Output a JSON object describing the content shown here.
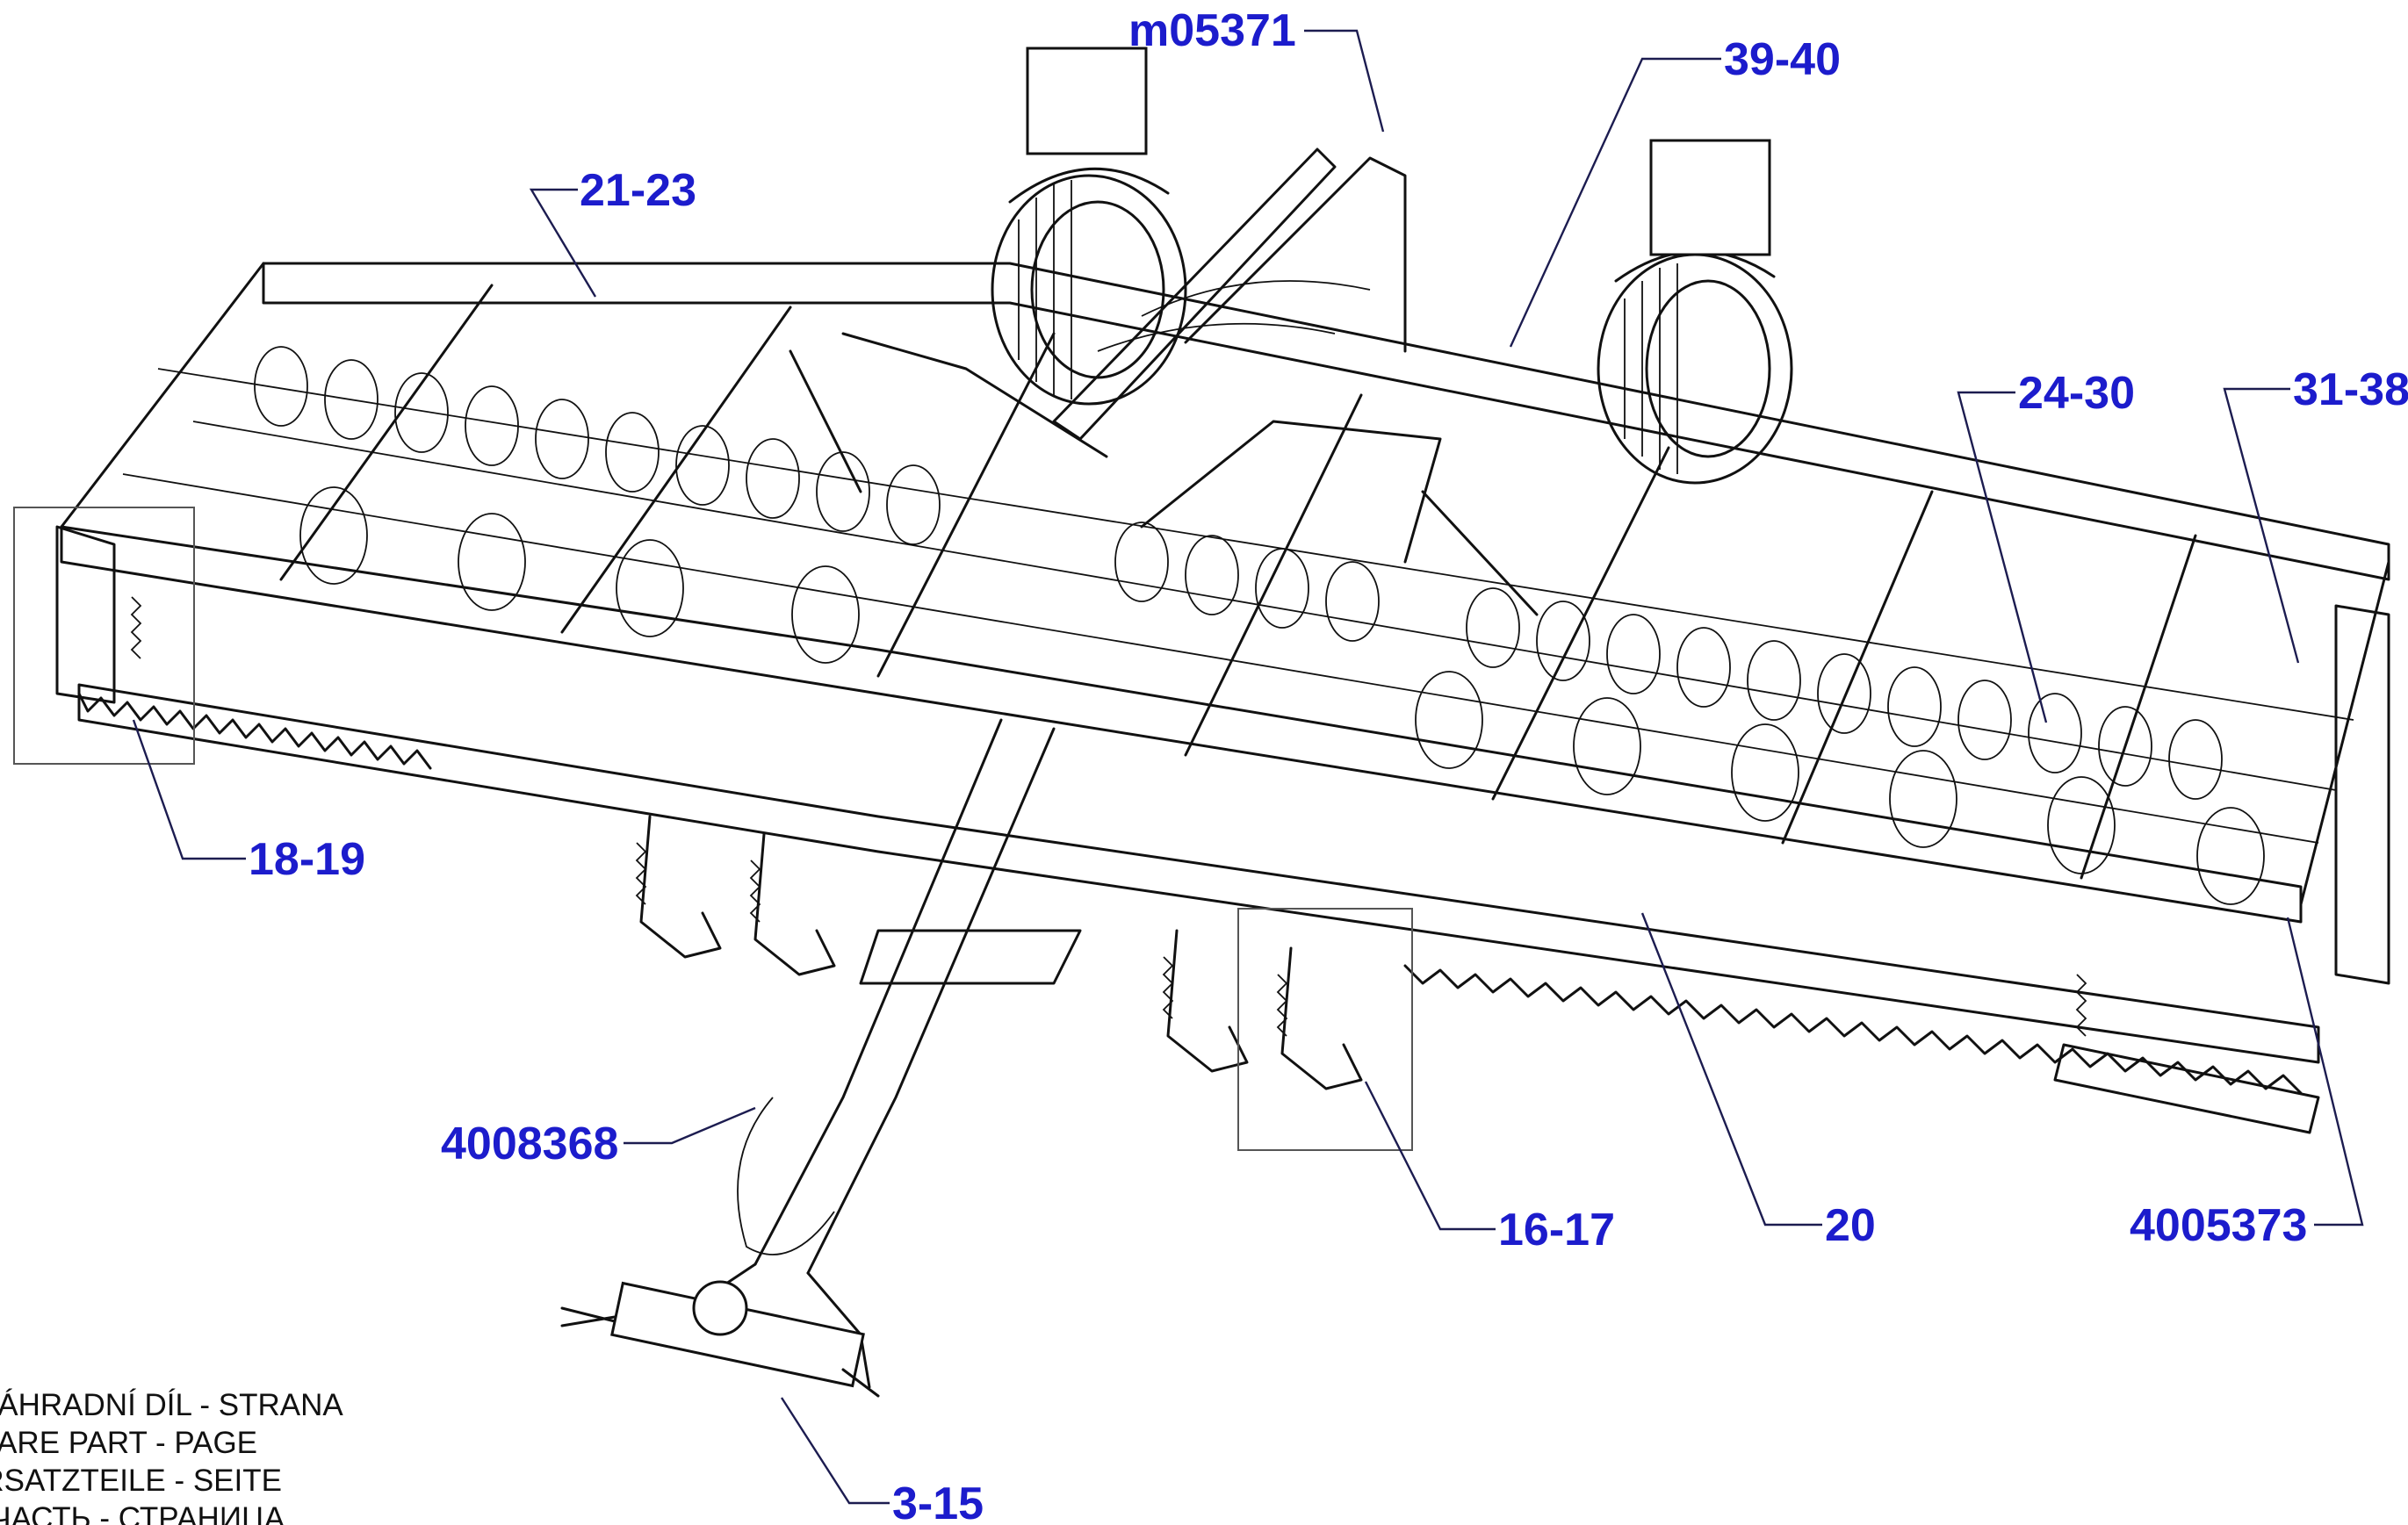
{
  "callouts": {
    "m05371": "m05371",
    "c39_40": "39-40",
    "c21_23": "21-23",
    "c24_30": "24-30",
    "c31_38": "31-38",
    "c18_19": "18-19",
    "c4008368": "4008368",
    "c16_17": "16-17",
    "c20": "20",
    "c4005373": "4005373",
    "c3_15": "3-15"
  },
  "legend": {
    "line_cz": "NÁHRADNÍ DÍL - STRANA",
    "line_en": "SPARE PART - PAGE",
    "line_de": "ERSATZTEILE - SEITE",
    "line_ru": "ЗАПЧАСТЬ - СТРАНИЦА"
  },
  "colors": {
    "callout_text": "#1c1ccc",
    "leader_line": "#1c1c50",
    "drawing_ink": "#111111",
    "background": "#ffffff"
  }
}
